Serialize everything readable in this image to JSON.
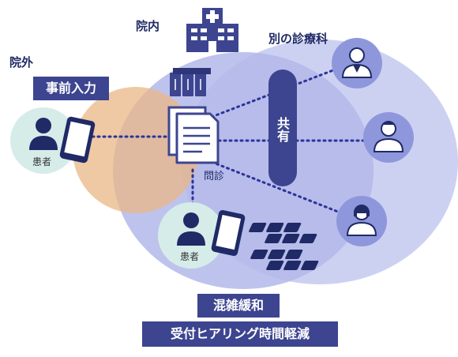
{
  "labels": {
    "inside_hospital": "院内",
    "outside_hospital": "院外",
    "other_departments": "別の診療科",
    "pre_input": "事前入力",
    "share": "共有",
    "questionnaire": "問診",
    "patient_outside": "患者",
    "patient_inside": "患者",
    "benefit_congestion": "混雑緩和",
    "benefit_time": "受付ヒアリング時間軽減"
  },
  "colors": {
    "navy": "#3d4590",
    "big_ellipse": "#cdd1f1",
    "inner_circle": "#b3b8ea",
    "orange_circle": "#e9b786",
    "patient_bg": "#d6ece9",
    "doctor_bg": "#8f97dc",
    "dotted": "#2b339a"
  },
  "icons": [
    "hospital-icon",
    "documents-icon",
    "binders-icon",
    "tablet-icon",
    "waiting-chairs-icon",
    "patient-icon",
    "doctor-icon"
  ]
}
